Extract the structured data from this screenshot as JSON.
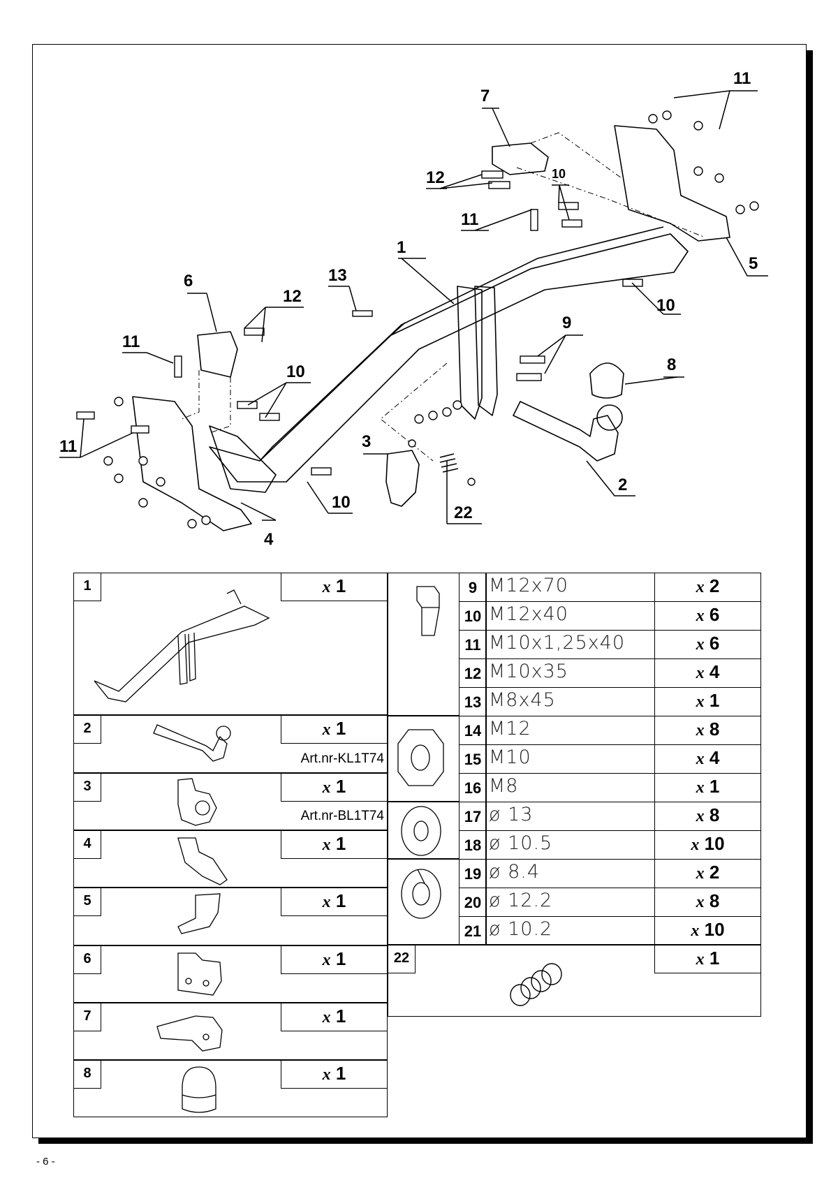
{
  "page_number": "- 6 -",
  "diagram_callouts": [
    {
      "label": "1"
    },
    {
      "label": "2"
    },
    {
      "label": "3"
    },
    {
      "label": "4"
    },
    {
      "label": "5"
    },
    {
      "label": "6"
    },
    {
      "label": "7"
    },
    {
      "label": "8"
    },
    {
      "label": "9"
    },
    {
      "label": "10"
    },
    {
      "label": "11"
    },
    {
      "label": "12"
    },
    {
      "label": "13"
    },
    {
      "label": "22"
    }
  ],
  "left_parts": [
    {
      "number": "1",
      "qty_prefix": "x",
      "qty": "1",
      "art": ""
    },
    {
      "number": "2",
      "qty_prefix": "x",
      "qty": "1",
      "art": "Art.nr-KL1T74"
    },
    {
      "number": "3",
      "qty_prefix": "x",
      "qty": "1",
      "art": "Art.nr-BL1T74"
    },
    {
      "number": "4",
      "qty_prefix": "x",
      "qty": "1",
      "art": ""
    },
    {
      "number": "5",
      "qty_prefix": "x",
      "qty": "1",
      "art": ""
    },
    {
      "number": "6",
      "qty_prefix": "x",
      "qty": "1",
      "art": ""
    },
    {
      "number": "7",
      "qty_prefix": "x",
      "qty": "1",
      "art": ""
    },
    {
      "number": "8",
      "qty_prefix": "x",
      "qty": "1",
      "art": ""
    }
  ],
  "hardware": [
    {
      "number": "9",
      "spec": "M12x70",
      "qty_prefix": "x",
      "qty": "2"
    },
    {
      "number": "10",
      "spec": "M12x40",
      "qty_prefix": "x",
      "qty": "6"
    },
    {
      "number": "11",
      "spec": "M10x1,25x40",
      "qty_prefix": "x",
      "qty": "6"
    },
    {
      "number": "12",
      "spec": "M10x35",
      "qty_prefix": "x",
      "qty": "4"
    },
    {
      "number": "13",
      "spec": "M8x45",
      "qty_prefix": "x",
      "qty": "1"
    },
    {
      "number": "14",
      "spec": "M12",
      "qty_prefix": "x",
      "qty": "8"
    },
    {
      "number": "15",
      "spec": "M10",
      "qty_prefix": "x",
      "qty": "4"
    },
    {
      "number": "16",
      "spec": "M8",
      "qty_prefix": "x",
      "qty": "1"
    },
    {
      "number": "17",
      "spec": "ø 13",
      "qty_prefix": "x",
      "qty": "8"
    },
    {
      "number": "18",
      "spec": "ø 10.5",
      "qty_prefix": "x",
      "qty": "10"
    },
    {
      "number": "19",
      "spec": "ø 8.4",
      "qty_prefix": "x",
      "qty": "2"
    },
    {
      "number": "20",
      "spec": "ø 12.2",
      "qty_prefix": "x",
      "qty": "8"
    },
    {
      "number": "21",
      "spec": "ø 10.2",
      "qty_prefix": "x",
      "qty": "10"
    }
  ],
  "spring_part": {
    "number": "22",
    "qty_prefix": "x",
    "qty": "1"
  }
}
